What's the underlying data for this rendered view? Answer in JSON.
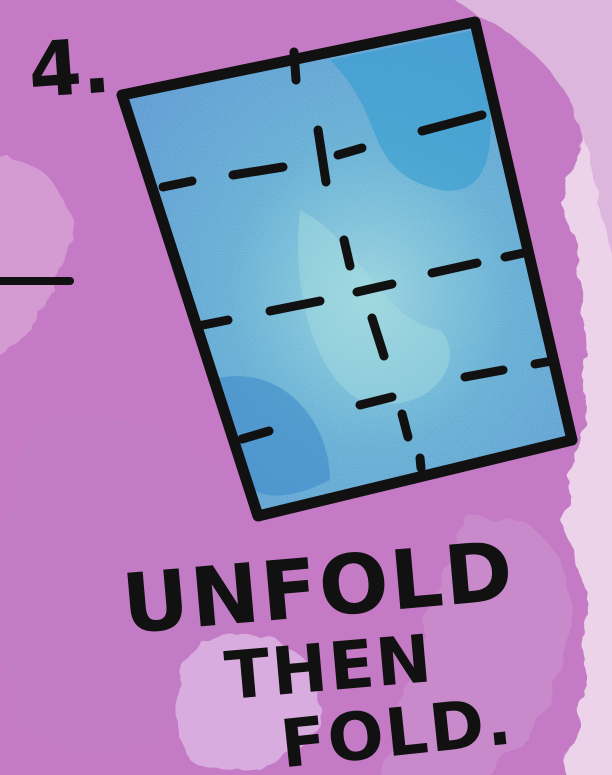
{
  "step": {
    "number_label": "4."
  },
  "instruction": {
    "line1": "UNFOLD",
    "line2": "THEN",
    "line3": "FOLD."
  },
  "colors": {
    "background_light": "#e8cde6",
    "watercolor_purple": "#c573c6",
    "paper_blue": "#3f9fd0",
    "paper_light": "#7fc4db",
    "ink": "#111111"
  }
}
